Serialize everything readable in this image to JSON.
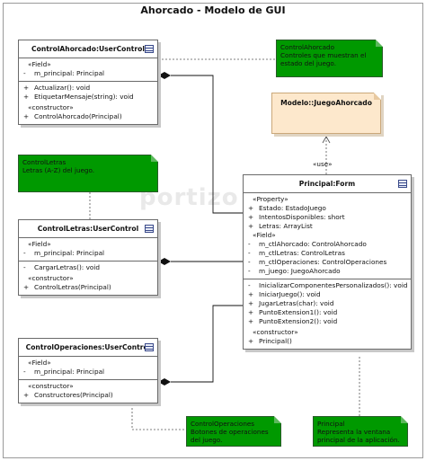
{
  "title": "Ahorcado - Modelo de GUI",
  "watermark": "portizo",
  "classes": {
    "control_ahorcado": {
      "name": "ControlAhorcado:UserControl",
      "field_stereo": "«Field»",
      "fields": [
        {
          "vis": "-",
          "text": "m_principal: Principal"
        }
      ],
      "methods": [
        {
          "vis": "+",
          "text": "Actualizar(): void"
        },
        {
          "vis": "+",
          "text": "EtiquetarMensaje(string): void"
        }
      ],
      "ctor_stereo": "«constructor»",
      "ctors": [
        {
          "vis": "+",
          "text": "ControlAhorcado(Principal)"
        }
      ]
    },
    "control_letras": {
      "name": "ControlLetras:UserControl",
      "field_stereo": "«Field»",
      "fields": [
        {
          "vis": "-",
          "text": "m_principal: Principal"
        }
      ],
      "methods": [
        {
          "vis": "-",
          "text": "CargarLetras(): void"
        }
      ],
      "ctor_stereo": "«constructor»",
      "ctors": [
        {
          "vis": "+",
          "text": "ControlLetras(Principal)"
        }
      ]
    },
    "control_operaciones": {
      "name": "ControlOperaciones:UserControl",
      "field_stereo": "«Field»",
      "fields": [
        {
          "vis": "-",
          "text": "m_principal: Principal"
        }
      ],
      "ctor_stereo": "«constructor»",
      "ctors": [
        {
          "vis": "+",
          "text": "Constructores(Principal)"
        }
      ]
    },
    "principal": {
      "name": "Principal:Form",
      "prop_stereo": "«Property»",
      "props": [
        {
          "vis": "+",
          "text": "Estado: EstadoJuego"
        },
        {
          "vis": "+",
          "text": "IntentosDisponibles: short"
        },
        {
          "vis": "+",
          "text": "Letras: ArrayList"
        }
      ],
      "field_stereo": "«Field»",
      "fields": [
        {
          "vis": "-",
          "text": "m_ctlAhorcado: ControlAhorcado"
        },
        {
          "vis": "-",
          "text": "m_ctlLetras: ControlLetras"
        },
        {
          "vis": "-",
          "text": "m_ctlOperaciones: ControlOperaciones"
        },
        {
          "vis": "-",
          "text": "m_juego: JuegoAhorcado"
        }
      ],
      "methods": [
        {
          "vis": "-",
          "text": "InicializarComponentesPersonalizados(): void"
        },
        {
          "vis": "+",
          "text": "IniciarJuego(): void"
        },
        {
          "vis": "+",
          "text": "JugarLetras(char): void"
        },
        {
          "vis": "+",
          "text": "PuntoExtension1(): void"
        },
        {
          "vis": "+",
          "text": "PuntoExtension2(): void"
        }
      ],
      "ctor_stereo": "«constructor»",
      "ctors": [
        {
          "vis": "+",
          "text": "Principal()"
        }
      ]
    },
    "modelo": {
      "name": "Modelo::JuegoAhorcado"
    }
  },
  "use_label": "«use»",
  "notes": {
    "ahorcado": {
      "title": "ControlAhorcado",
      "body": "Controles que muestran el estado del juego."
    },
    "letras": {
      "title": "ControlLetras",
      "body": "Letras (A-Z) del juego."
    },
    "operaciones": {
      "title": "ControlOperaciones",
      "body": "Botones de operaciones del juego."
    },
    "principal": {
      "title": "Principal",
      "body": "Representa la ventana principal de la aplicación."
    }
  },
  "colors": {
    "note": "#009900",
    "model": "#fde8cc",
    "border": "#6a6a6a"
  }
}
